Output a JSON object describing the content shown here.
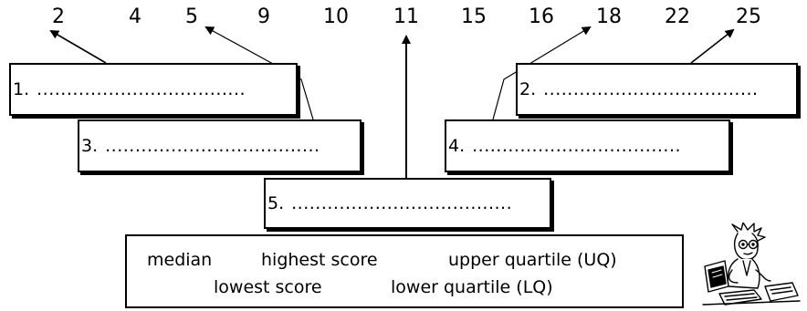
{
  "numbers": [
    "2",
    "4",
    "5",
    "9",
    "10",
    "11",
    "15",
    "16",
    "18",
    "22",
    "25"
  ],
  "boxes": {
    "box1": {
      "label": "1.",
      "dots": "..................................."
    },
    "box2": {
      "label": "2.",
      "dots": "...................................."
    },
    "box3": {
      "label": "3.",
      "dots": "...................................."
    },
    "box4": {
      "label": "4.",
      "dots": "..................................."
    },
    "box5": {
      "label": "5.",
      "dots": "....................................."
    }
  },
  "word_bank": {
    "median": "median",
    "highest_score": "highest score",
    "upper_quartile": "upper quartile (UQ)",
    "lowest_score": "lowest score",
    "lower_quartile": "lower quartile (LQ)"
  },
  "clipart": "scientist-at-computer-icon"
}
